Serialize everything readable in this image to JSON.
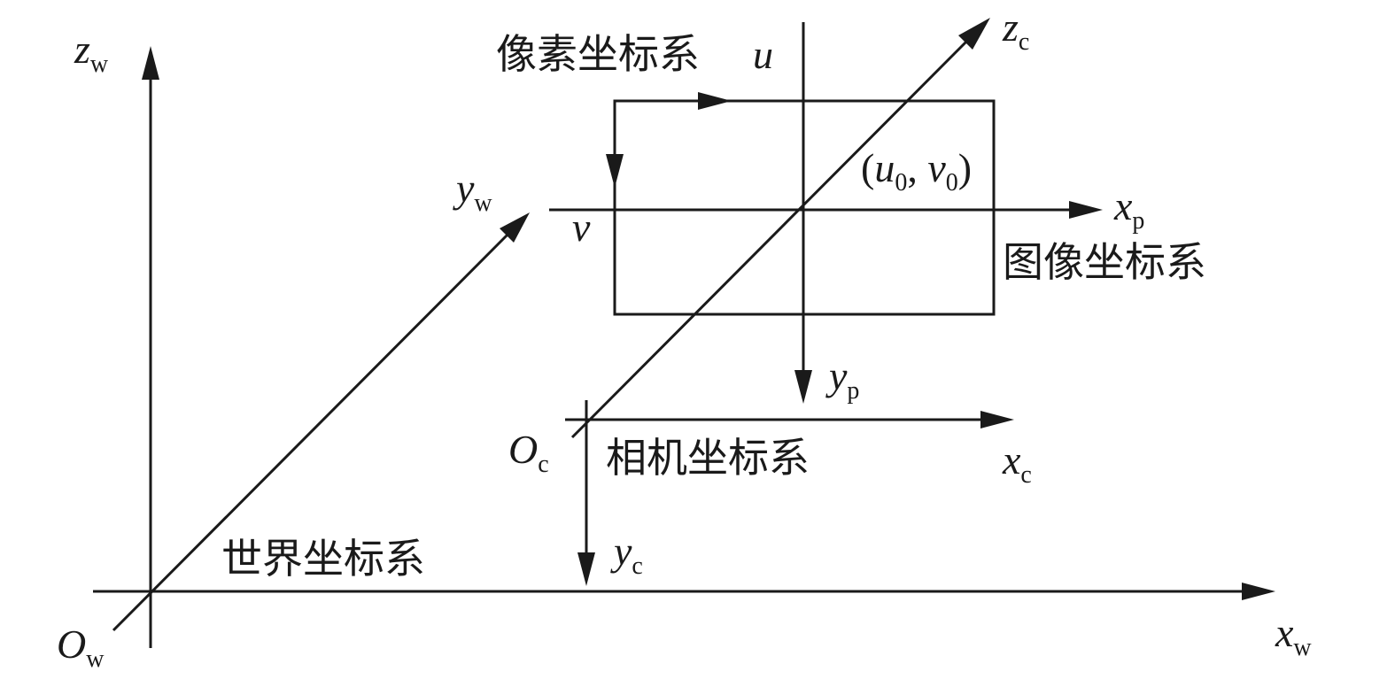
{
  "colors": {
    "ink": "#1a1a1a",
    "background": "#ffffff"
  },
  "world": {
    "system_label": "世界坐标系",
    "origin": {
      "main": "O",
      "sub": "w"
    },
    "x_axis": {
      "main": "x",
      "sub": "w"
    },
    "y_axis": {
      "main": "y",
      "sub": "w"
    },
    "z_axis": {
      "main": "z",
      "sub": "w"
    }
  },
  "camera": {
    "system_label": "相机坐标系",
    "origin": {
      "main": "O",
      "sub": "c"
    },
    "x_axis": {
      "main": "x",
      "sub": "c"
    },
    "y_axis": {
      "main": "y",
      "sub": "c"
    },
    "z_axis": {
      "main": "z",
      "sub": "c"
    }
  },
  "image": {
    "system_label": "图像坐标系",
    "x_axis": {
      "main": "x",
      "sub": "p"
    },
    "y_axis": {
      "main": "y",
      "sub": "p"
    },
    "principal_point": {
      "open": "(",
      "u": "u",
      "u_sub": "0",
      "sep": ", ",
      "v": "v",
      "v_sub": "0",
      "close": ")"
    }
  },
  "pixel": {
    "system_label": "像素坐标系",
    "u_axis": "u",
    "v_axis": "v"
  }
}
